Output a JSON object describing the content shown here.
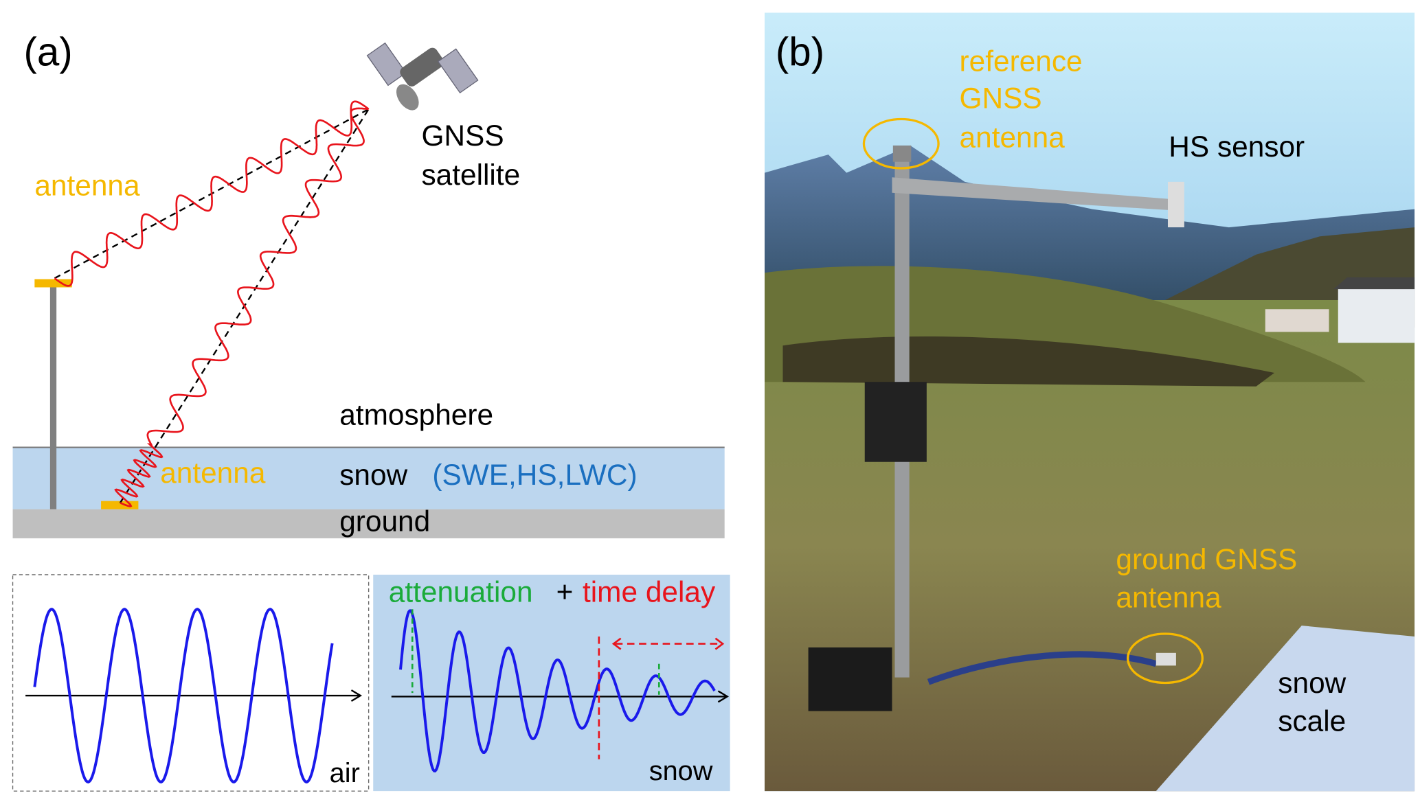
{
  "panel_a": {
    "label": "(a)",
    "satellite_label_1": "GNSS",
    "satellite_label_2": "satellite",
    "antenna_upper": "antenna",
    "antenna_lower": "antenna",
    "atmosphere": "atmosphere",
    "snow": "snow",
    "snow_params": "(SWE,HS,LWC)",
    "ground": "ground",
    "air_label": "air",
    "snow_wave_label": "snow",
    "attenuation": "attenuation",
    "plus": "+",
    "time_delay": "time delay"
  },
  "panel_b": {
    "label": "(b)",
    "ref_1": "reference",
    "ref_2": "GNSS",
    "ref_3": "antenna",
    "hs_sensor": "HS sensor",
    "ground_1": "ground GNSS",
    "ground_2": "antenna",
    "scale_1": "snow",
    "scale_2": "scale"
  },
  "colors": {
    "orange": "#f5b800",
    "red": "#e8141c",
    "blue": "#1a1aeb",
    "green": "#1aab3a",
    "param_blue": "#1a6fc0",
    "snow": "#bcd6ee",
    "ground": "#bfbfbf"
  }
}
